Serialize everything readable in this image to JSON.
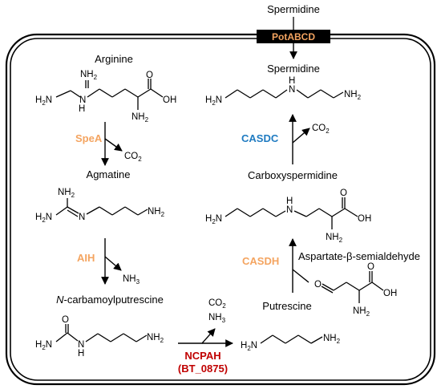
{
  "external": {
    "spermidine": "Spermidine"
  },
  "transporter": {
    "label": "PotABCD",
    "color": "#F4A460"
  },
  "compounds": {
    "arginine": "Arginine",
    "agmatine": "Agmatine",
    "ncp": {
      "prefix": "N",
      "rest": "-carbamoylputrescine"
    },
    "spermidine": "Spermidine",
    "carboxyspermidine": "Carboxyspermidine",
    "putrescine": "Putrescine",
    "asa": "Aspartate-β-semialdehyde"
  },
  "enzymes": {
    "spea": "SpeA",
    "aih": "AIH",
    "casdc": "CASDC",
    "casdh": "CASDH",
    "ncpah": "NCPAH",
    "ncpah_locus": "(BT_0875)"
  },
  "byproducts": {
    "co2": "CO",
    "nh3": "NH",
    "sub2": "2",
    "sub3": "3"
  },
  "atoms": {
    "h2n": "H",
    "n2": "N",
    "nh2": "NH",
    "two": "2",
    "n": "N",
    "h": "H",
    "o": "O",
    "oh": "OH"
  },
  "colors": {
    "orange": "#F4A460",
    "blue": "#1F7BC1",
    "red": "#C00000"
  }
}
